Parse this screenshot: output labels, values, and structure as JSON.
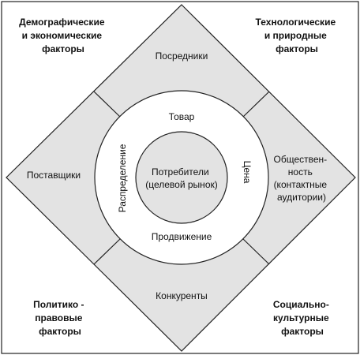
{
  "corners": {
    "top_left": [
      "Демографические",
      "и экономические",
      "факторы"
    ],
    "top_right": [
      "Технологические",
      "и природные",
      "факторы"
    ],
    "bottom_left": [
      "Политико -",
      "правовые",
      "факторы"
    ],
    "bottom_right": [
      "Социально-",
      "культурные",
      "факторы"
    ]
  },
  "segments": {
    "top": "Посредники",
    "left": "Поставщики",
    "right": [
      "Обществен-",
      "ность",
      "(контактные",
      "аудитории)"
    ],
    "bottom": "Конкуренты"
  },
  "ring": {
    "top": "Товар",
    "right": "Цена",
    "bottom": "Продвижение",
    "left": "Распределение"
  },
  "center": [
    "Потребители",
    "(целевой рынок)"
  ],
  "colors": {
    "segment_fill": "#e3e3e3",
    "ring_fill": "#ffffff",
    "center_fill": "#e3e3e3",
    "stroke": "#222222"
  }
}
